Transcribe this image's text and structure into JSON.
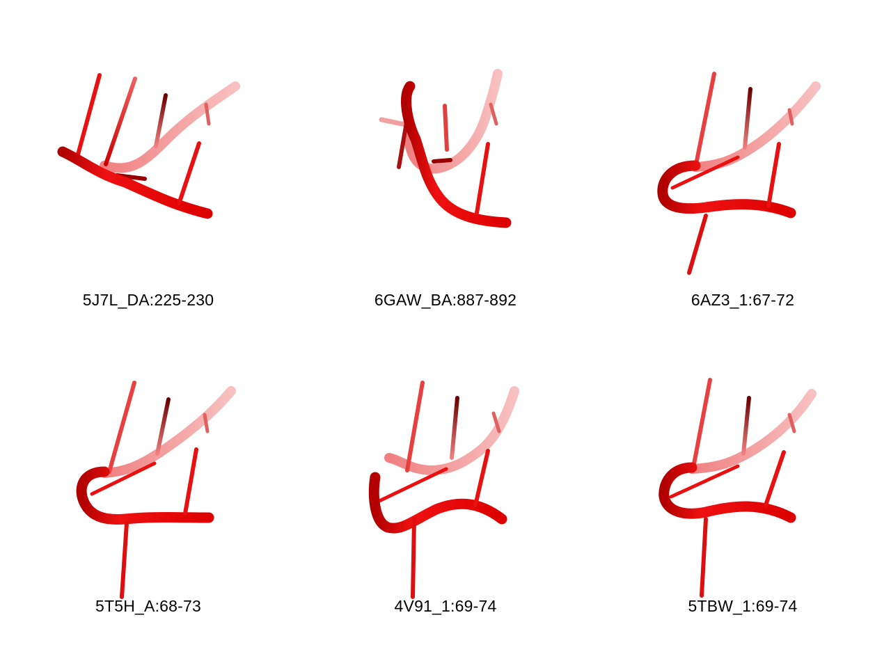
{
  "panels": [
    {
      "label": "5J7L_DA:225-230"
    },
    {
      "label": "6GAW_BA:887-892"
    },
    {
      "label": "6AZ3_1:67-72"
    },
    {
      "label": "5T5H_A:68-73"
    },
    {
      "label": "4V91_1:69-74"
    },
    {
      "label": "5TBW_1:69-74"
    }
  ],
  "colors": {
    "backbone": "#ee0000",
    "backbone_dark": "#990000",
    "backbone_faded": "#f4a0a0",
    "background": "#ffffff"
  }
}
